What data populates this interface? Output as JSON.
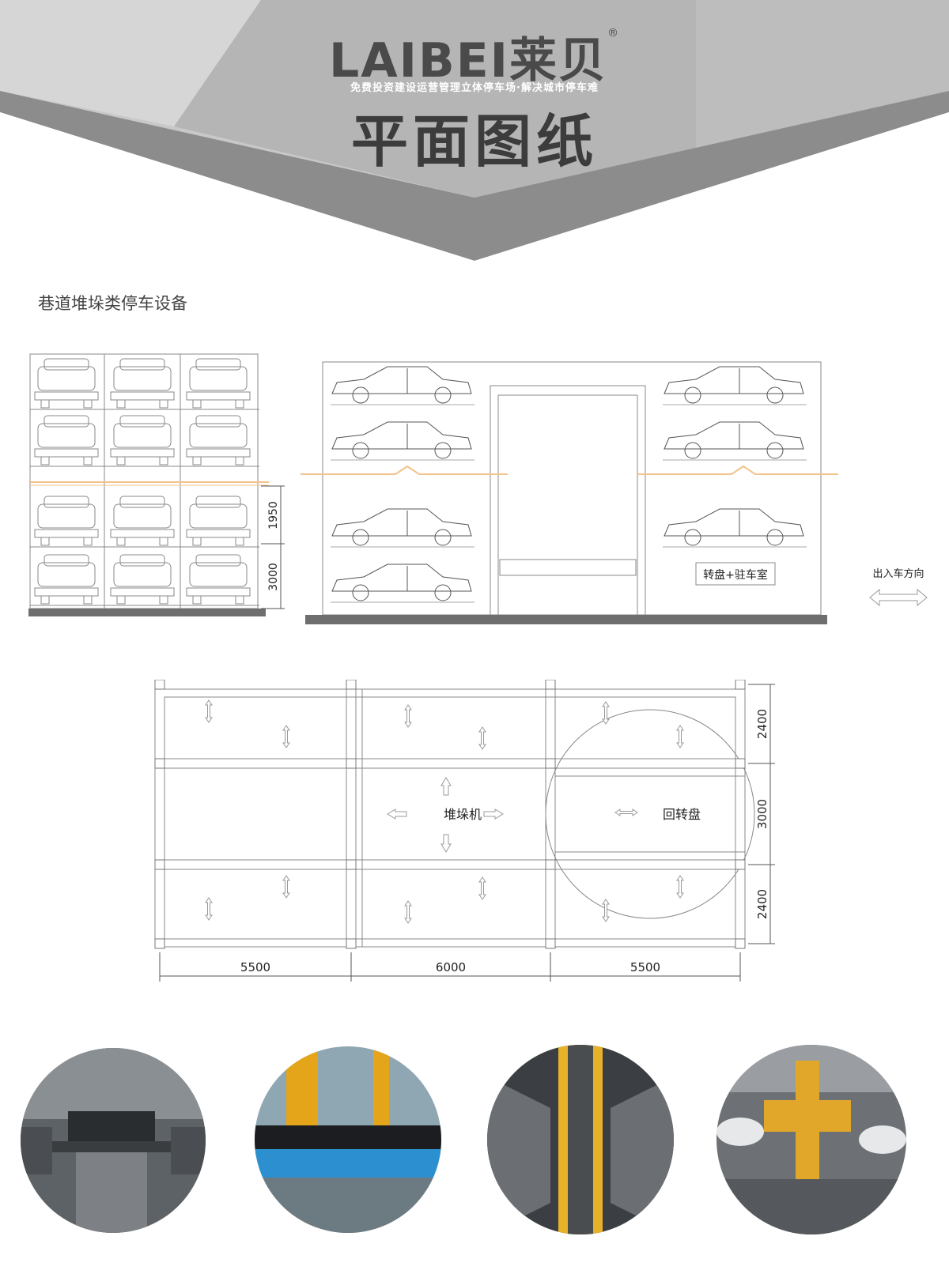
{
  "header": {
    "brand_name": "LAIBEI莱贝",
    "registered_mark": "®",
    "tagline": "免费投资建设运营管理立体停车场·解决城市停车难",
    "title": "平面图纸"
  },
  "section_title": "巷道堆垛类停车设备",
  "side_elevation": {
    "dim_upper": "1950",
    "dim_lower": "3000"
  },
  "front_elevation": {
    "room_label": "转盘+驻车室",
    "direction_label": "出入车方向"
  },
  "plan_view": {
    "stacker_label": "堆垛机",
    "turntable_label": "回转盘",
    "widths": [
      "5500",
      "6000",
      "5500"
    ],
    "depths": [
      "2400",
      "3000",
      "2400"
    ]
  },
  "photos": [
    {
      "name": "photo-underground-garage"
    },
    {
      "name": "photo-stacker-crane-car"
    },
    {
      "name": "photo-vertical-shaft"
    },
    {
      "name": "photo-aisle-stacker"
    }
  ],
  "colors": {
    "header_light": "#c9c9c9",
    "header_mid": "#b0b0b0",
    "header_dark": "#8f8f8f",
    "accent_orange": "#f2c38a",
    "line_gray": "#777777"
  }
}
